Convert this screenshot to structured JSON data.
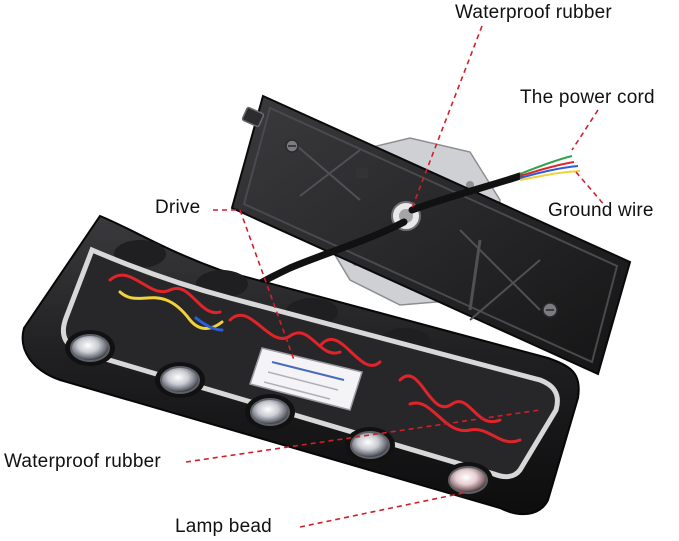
{
  "callouts": {
    "waterproof_rubber_top": "Waterproof rubber",
    "power_cord": "The power cord",
    "ground_wire": "Ground wire",
    "drive": "Drive",
    "waterproof_rubber_bottom": "Waterproof rubber",
    "lamp_bead": "Lamp bead"
  },
  "colors": {
    "leader_line": "#d11f2a",
    "housing": "#1c1c1e",
    "gasket": "#d8d8d8",
    "wire_red": "#e0242a",
    "wire_yellow": "#f2d23a",
    "wire_blue": "#2b5fd9",
    "bracket": "#c9c9cc"
  }
}
